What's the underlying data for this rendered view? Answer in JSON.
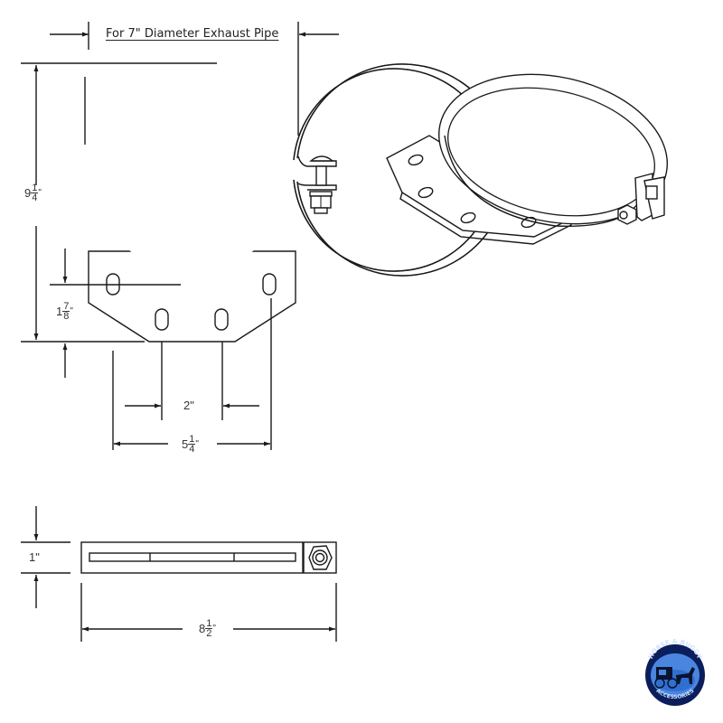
{
  "drawing": {
    "title": "For 7\" Diameter Exhaust Pipe",
    "views": [
      "front-view",
      "isometric-view",
      "top-view"
    ],
    "line_color": "#1a1a1a",
    "background": "#ffffff"
  },
  "dimensions": {
    "overall_height": {
      "whole": "9",
      "num": "1",
      "den": "4",
      "unit": "\""
    },
    "bracket_height": {
      "whole": "1",
      "num": "7",
      "den": "8",
      "unit": "\""
    },
    "hole_spacing": {
      "text": "2\""
    },
    "hole_span": {
      "whole": "5",
      "num": "1",
      "den": "4",
      "unit": "\""
    },
    "band_width": {
      "text": "1\""
    },
    "overall_length": {
      "whole": "8",
      "num": "1",
      "den": "2",
      "unit": "\""
    }
  },
  "logo": {
    "top_text": "HORSE & BUGGY",
    "bottom_text": "ACCESSORIES",
    "color": "#1e5bb8",
    "accent": "#0a1e5c"
  }
}
